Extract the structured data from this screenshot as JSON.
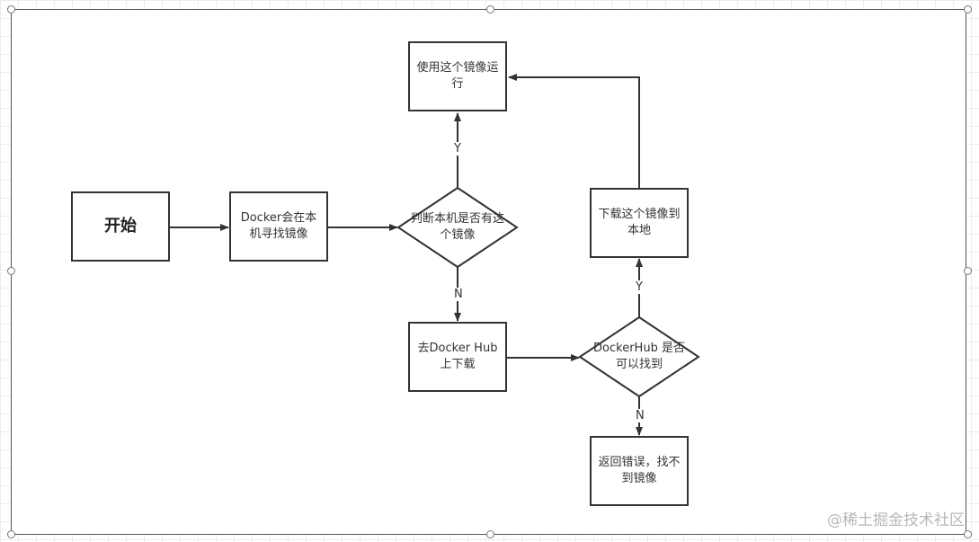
{
  "nodes": {
    "start": "开始",
    "search_local": "Docker会在本机寻找镜像",
    "decide_local": "判断本机是否有这个镜像",
    "run_image": "使用这个镜像运行",
    "download_hub": "去Docker Hub 上下载",
    "decide_hub": "DockerHub 是否可以找到",
    "download_local": "下载这个镜像到本地",
    "error": "返回错误，找不到镜像"
  },
  "edge_labels": {
    "local_yes": "Y",
    "local_no": "N",
    "hub_yes": "Y",
    "hub_no": "N"
  },
  "watermark": "@稀土掘金技术社区",
  "colors": {
    "stroke": "#333333",
    "grid": "#ececec",
    "watermark": "#b7b7b7"
  }
}
